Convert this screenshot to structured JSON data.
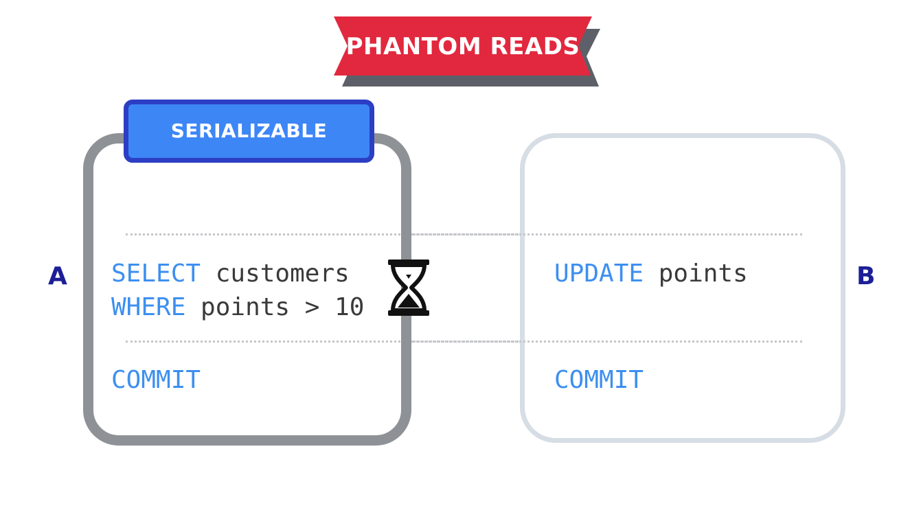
{
  "title": "PHANTOM READS",
  "colors": {
    "banner": "#e2283e",
    "banner_shadow": "#5d6068",
    "tag_fill": "#3d86f6",
    "tag_border": "#2c3ec4",
    "keyword": "#3d8ff0",
    "label": "#1c1f96",
    "box_a_border": "#8e9196",
    "box_b_border": "#d6dde4"
  },
  "transaction_a": {
    "label": "A",
    "isolation_level": "SERIALIZABLE",
    "statement": {
      "select_keyword": "SELECT",
      "select_rest": " customers",
      "where_keyword": "WHERE",
      "where_rest": " points > 10"
    },
    "commit": "COMMIT",
    "icon": "hourglass-icon"
  },
  "transaction_b": {
    "label": "B",
    "statement": {
      "update_keyword": "UPDATE",
      "update_rest": " points"
    },
    "commit": "COMMIT"
  }
}
